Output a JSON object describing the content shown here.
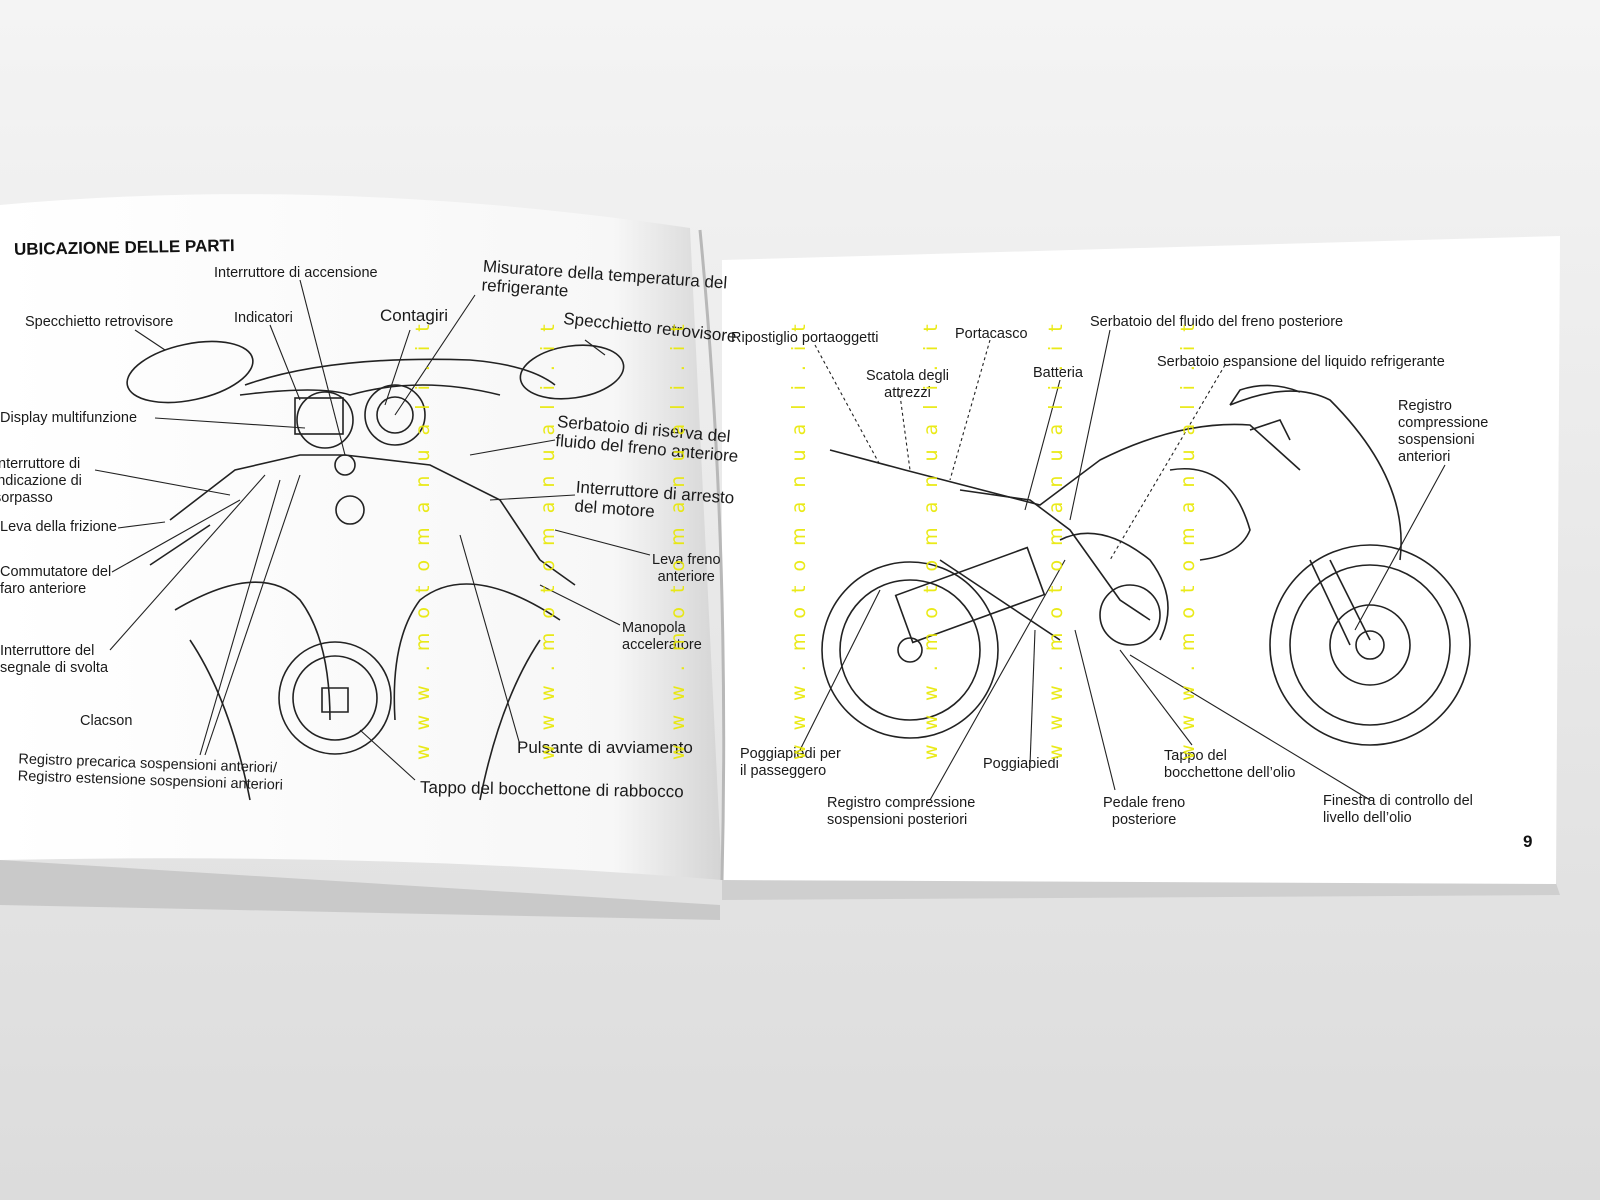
{
  "heading": "UBICAZIONE DELLE PARTI",
  "page_number": "9",
  "watermark": "w w w . m o t o m a n u a l i . i t",
  "left_labels": {
    "ignition_switch": "Interruttore di accensione",
    "temp_gauge_1": "Misuratore della temperatura del",
    "temp_gauge_2": "refrigerante",
    "mirror_left": "Specchietto retrovisore",
    "indicators": "Indicatori",
    "tachometer": "Contagiri",
    "mirror_right": "Specchietto retrovisore",
    "multi_display": "Display multifunzione",
    "passing_switch_1": "Interruttore di",
    "passing_switch_2": "indicazione di",
    "passing_switch_3": "sorpasso",
    "front_brake_reservoir_1": "Serbatoio di riserva del",
    "front_brake_reservoir_2": "fluido del freno anteriore",
    "clutch_lever": "Leva della frizione",
    "engine_stop_1": "Interruttore di arresto",
    "engine_stop_2": "del motore",
    "headlight_switch_1": "Commutatore del",
    "headlight_switch_2": "faro anteriore",
    "front_brake_lever_1": "Leva freno",
    "front_brake_lever_2": "anteriore",
    "throttle_1": "Manopola",
    "throttle_2": "acceleratore",
    "turn_signal_1": "Interruttore del",
    "turn_signal_2": "segnale di svolta",
    "horn": "Clacson",
    "start_button": "Pulsante di avviamento",
    "preload_1": "Registro precarica sospensioni anteriori/",
    "preload_2": "Registro estensione sospensioni anteriori",
    "fuel_cap": "Tappo del bocchettone di rabbocco"
  },
  "right_labels": {
    "storage": "Ripostiglio portaoggetti",
    "helmet_holder": "Portacasco",
    "rear_brake_reservoir": "Serbatoio del fluido del freno posteriore",
    "tool_box_1": "Scatola degli",
    "tool_box_2": "attrezzi",
    "battery": "Batteria",
    "coolant_reservoir": "Serbatoio espansione del liquido refrigerante",
    "front_comp_1": "Registro",
    "front_comp_2": "compressione",
    "front_comp_3": "sospensioni",
    "front_comp_4": "anteriori",
    "passenger_peg_1": "Poggiapiedi per",
    "passenger_peg_2": "il passeggero",
    "footpeg": "Poggiapiedi",
    "oil_cap_1": "Tappo del",
    "oil_cap_2": "bocchettone dell’olio",
    "rear_comp_1": "Registro compressione",
    "rear_comp_2": "sospensioni posteriori",
    "rear_brake_pedal_1": "Pedale freno",
    "rear_brake_pedal_2": "posteriore",
    "oil_window_1": "Finestra di controllo del",
    "oil_window_2": "livello dell’olio"
  }
}
